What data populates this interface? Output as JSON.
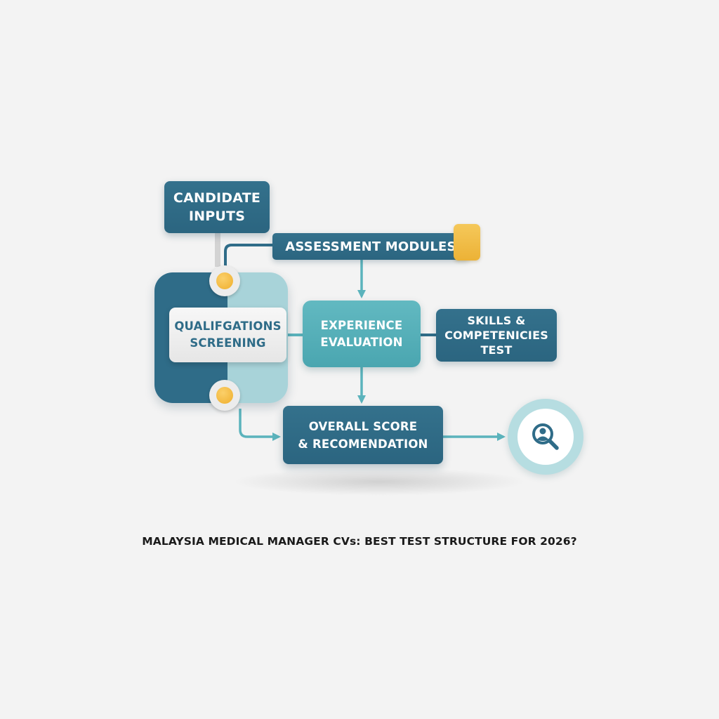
{
  "nodes": {
    "candidate_inputs": "CANDIDATE\nINPUTS",
    "assessment_modules": "ASSESSMENT MODULES",
    "qualifications_screening": "QUALIFGATIONS\nSCREENING",
    "experience_evaluation": "EXPERIENCE\nEVALUATION",
    "skills_test": "SKILLS &\nCOMPETENICIES\nTEST",
    "overall_score": "OVERALL SCORE\n& RECOMENDATION"
  },
  "icons": {
    "result": "candidate-search-icon",
    "badge": "highlight-badge",
    "connector": "yellow-dot"
  },
  "caption": "MALAYSIA MEDICAL MANAGER CVs: BEST TEST STRUCTURE FOR 2026?",
  "colors": {
    "dark_teal": "#2f6c88",
    "light_teal": "#52adb6",
    "pale_teal": "#a8d3d9",
    "accent_yellow": "#f2b935",
    "background": "#f3f3f3"
  }
}
